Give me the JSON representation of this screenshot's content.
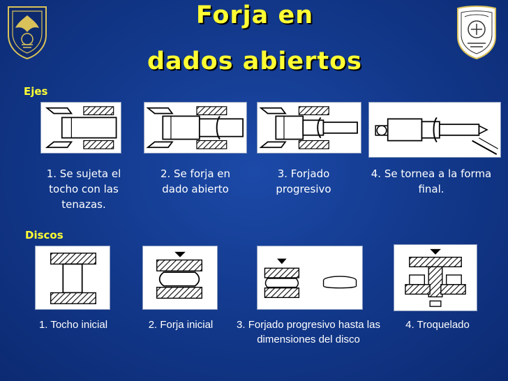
{
  "title": {
    "line1": "Forja en",
    "line2": "dados abiertos"
  },
  "logos": {
    "left": "unam-shield-icon",
    "right": "ingenieria-shield-icon"
  },
  "colors": {
    "background": "#133a8e",
    "accent": "#ffff33",
    "text": "#ffffff"
  },
  "ejes": {
    "label": "Ejes",
    "steps": [
      {
        "caption": "1. Se sujeta el tocho con las tenazas."
      },
      {
        "caption": "2. Se forja en dado abierto"
      },
      {
        "caption": "3. Forjado progresivo"
      },
      {
        "caption": "4. Se tornea a la forma final."
      }
    ]
  },
  "discos": {
    "label": "Discos",
    "steps": [
      {
        "caption": "1. Tocho inicial"
      },
      {
        "caption": "2. Forja inicial"
      },
      {
        "caption": "3. Forjado progresivo hasta las dimensiones del disco"
      },
      {
        "caption": "4. Troquelado"
      }
    ]
  }
}
